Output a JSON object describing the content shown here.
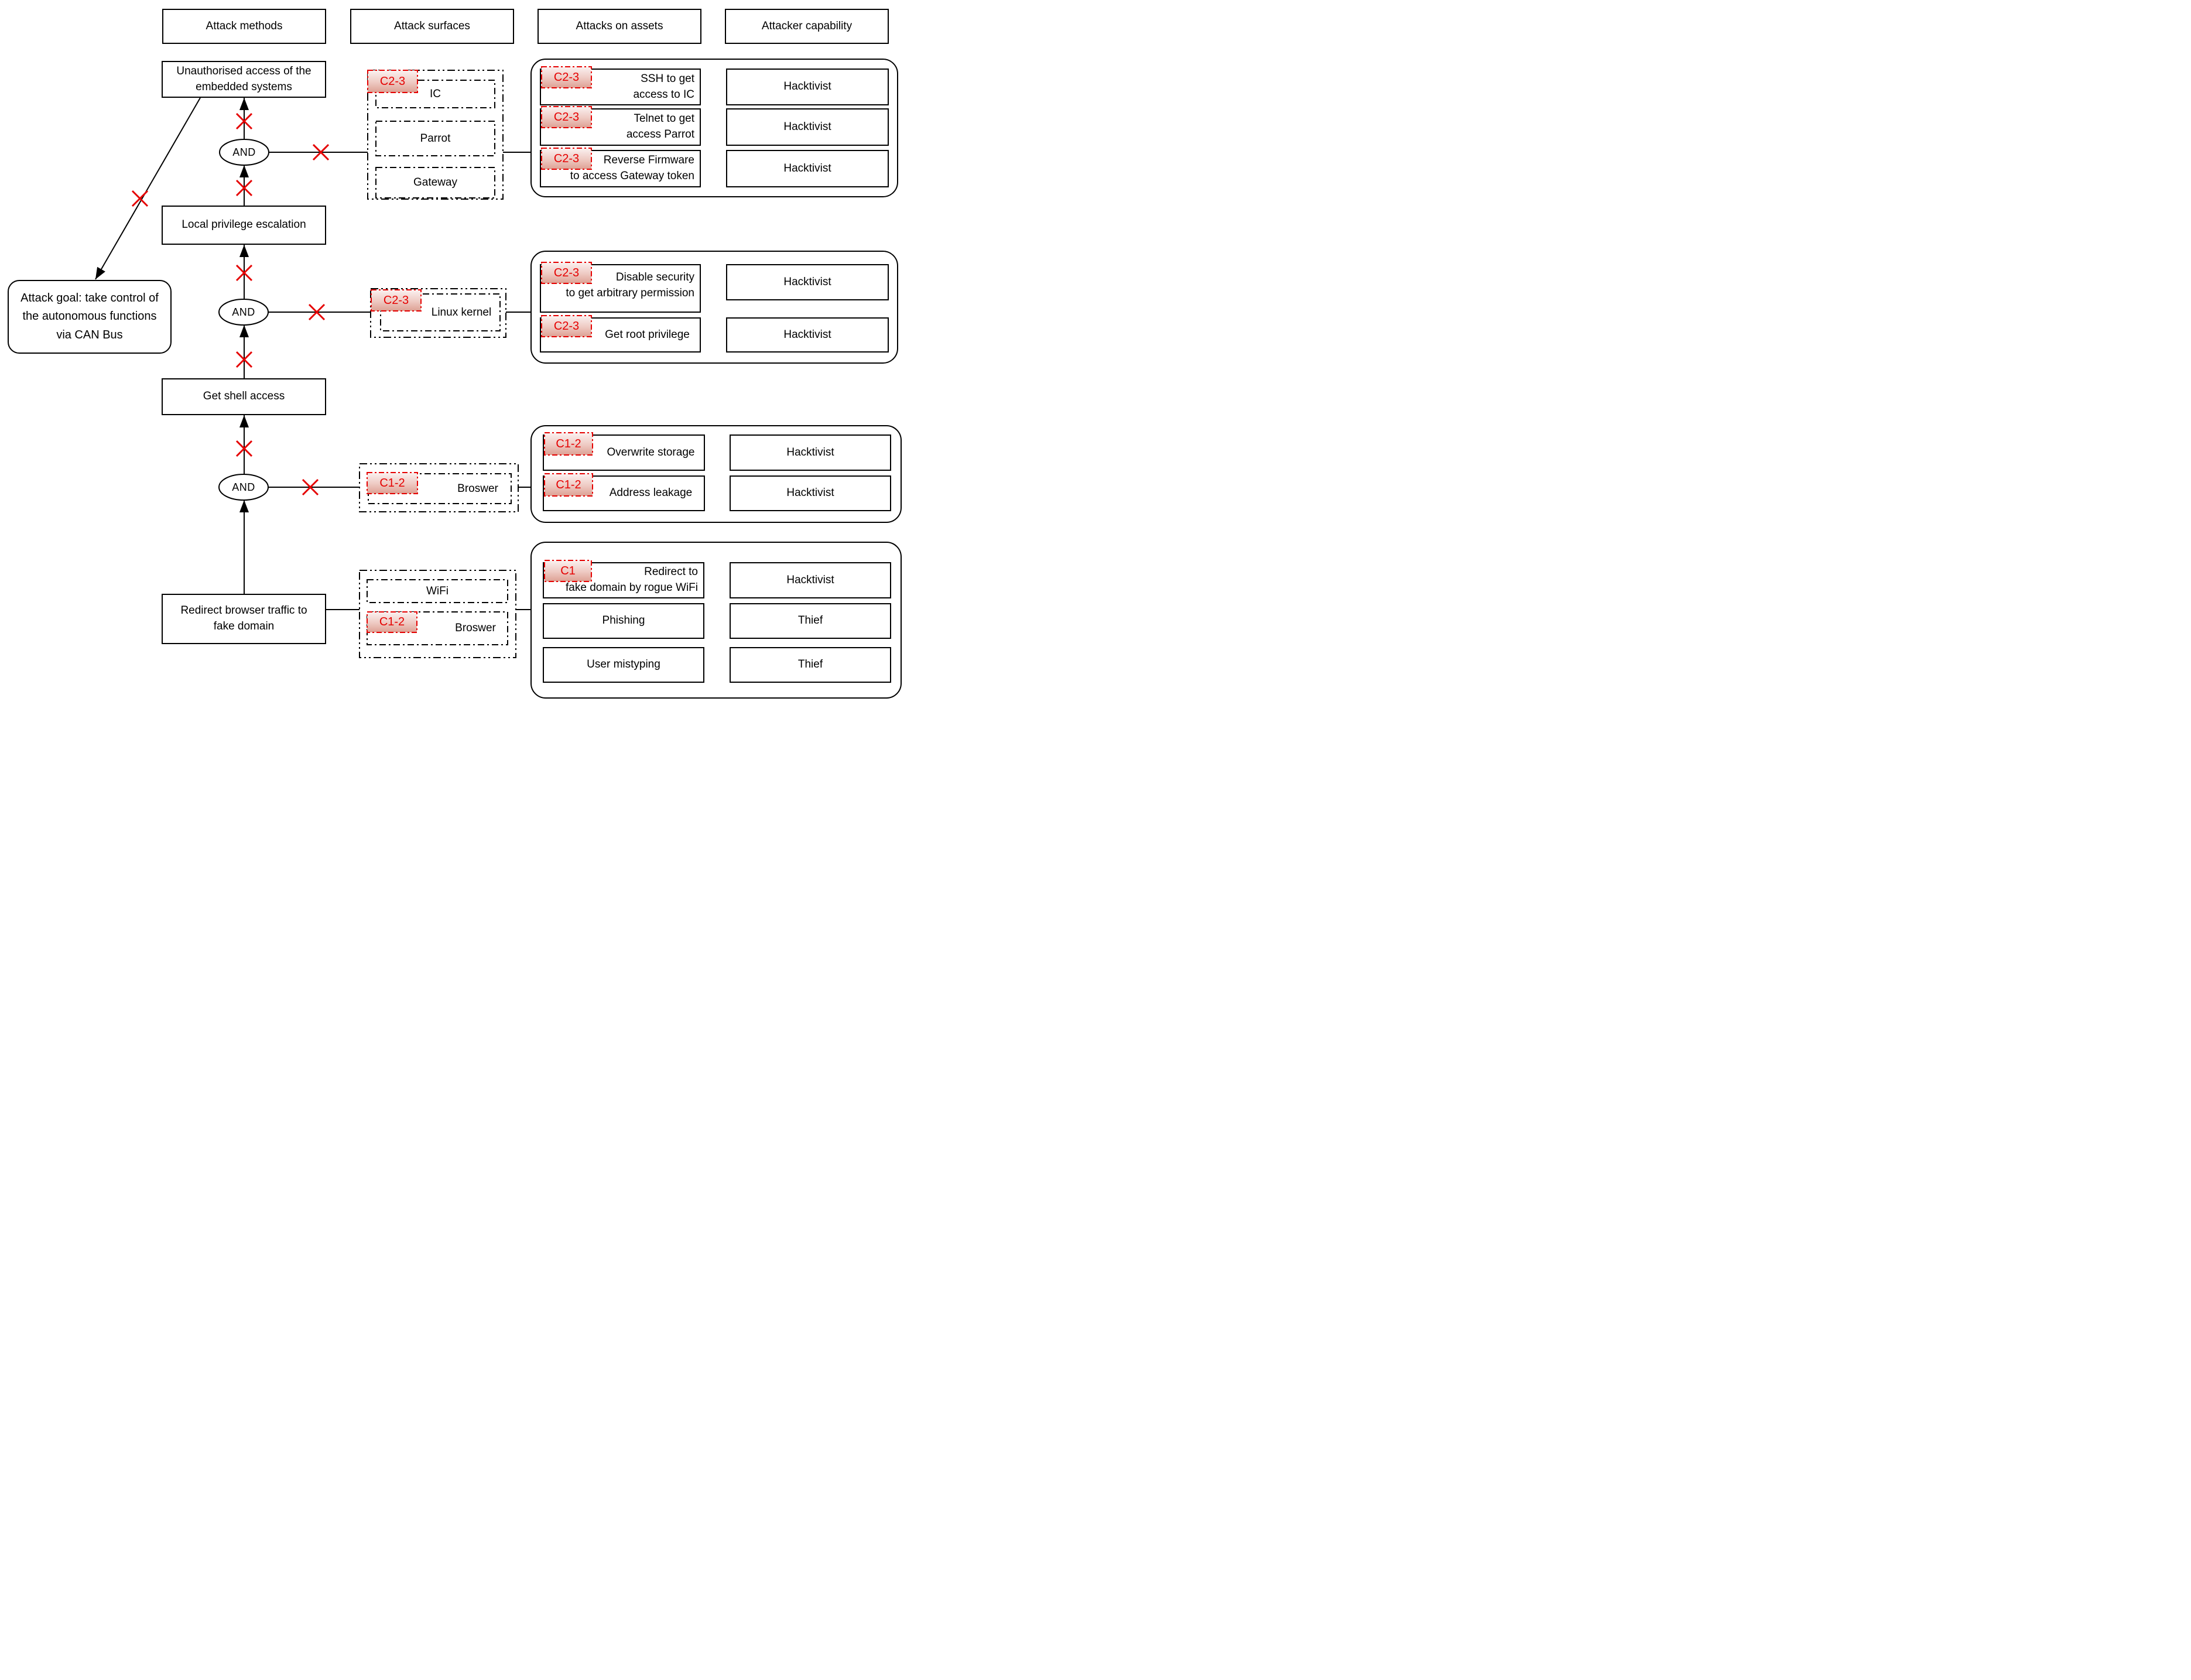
{
  "headers": [
    "Attack methods",
    "Attack surfaces",
    "Attacks on assets",
    "Attacker capability"
  ],
  "goal": {
    "text": "Attack goal: take control of\nthe autonomous functions\nvia CAN Bus"
  },
  "methods": {
    "gate_label": "AND",
    "unauthorised": "Unauthorised access of the\nembedded systems",
    "lpe": "Local privilege escalation",
    "shell": "Get shell access",
    "redirect": "Redirect browser traffic to\nfake domain"
  },
  "surfaces": {
    "group1": {
      "tag": "C2-3",
      "items": [
        "IC",
        "Parrot",
        "Gateway"
      ]
    },
    "group2": {
      "tag": "C2-3",
      "item": "Linux kernel"
    },
    "group3": {
      "tag": "C1-2",
      "item": "Broswer"
    },
    "group4": {
      "tag": "C1-2",
      "items": [
        "WiFi",
        "Broswer"
      ]
    }
  },
  "assets": {
    "group1": {
      "rows": [
        {
          "tag": "C2-3",
          "attack": "SSH to get\naccess to IC",
          "capability": "Hacktivist"
        },
        {
          "tag": "C2-3",
          "attack": "Telnet to get\naccess Parrot",
          "capability": "Hacktivist"
        },
        {
          "tag": "C2-3",
          "attack": "Reverse Firmware\nto access Gateway token",
          "capability": "Hacktivist"
        }
      ]
    },
    "group2": {
      "rows": [
        {
          "tag": "C2-3",
          "attack": "Disable security\nto get arbitrary permission",
          "capability": "Hacktivist"
        },
        {
          "tag": "C2-3",
          "attack": "Get root privilege",
          "capability": "Hacktivist"
        }
      ]
    },
    "group3": {
      "rows": [
        {
          "tag": "C1-2",
          "attack": "Overwrite storage",
          "capability": "Hacktivist"
        },
        {
          "tag": "C1-2",
          "attack": "Address leakage",
          "capability": "Hacktivist"
        }
      ]
    },
    "group4": {
      "rows": [
        {
          "tag": "C1",
          "attack": "Redirect to\nfake domain by rogue WiFi",
          "capability": "Hacktivist"
        },
        {
          "tag": "",
          "attack": "Phishing",
          "capability": "Thief"
        },
        {
          "tag": "",
          "attack": "User mistyping",
          "capability": "Thief"
        }
      ]
    }
  },
  "colors": {
    "line": "#000000",
    "accent_red": "#e50000",
    "tag_fill_top": "#fbf2f1",
    "tag_fill_mid": "#eec9c2",
    "tag_fill_bottom": "#dda093"
  }
}
